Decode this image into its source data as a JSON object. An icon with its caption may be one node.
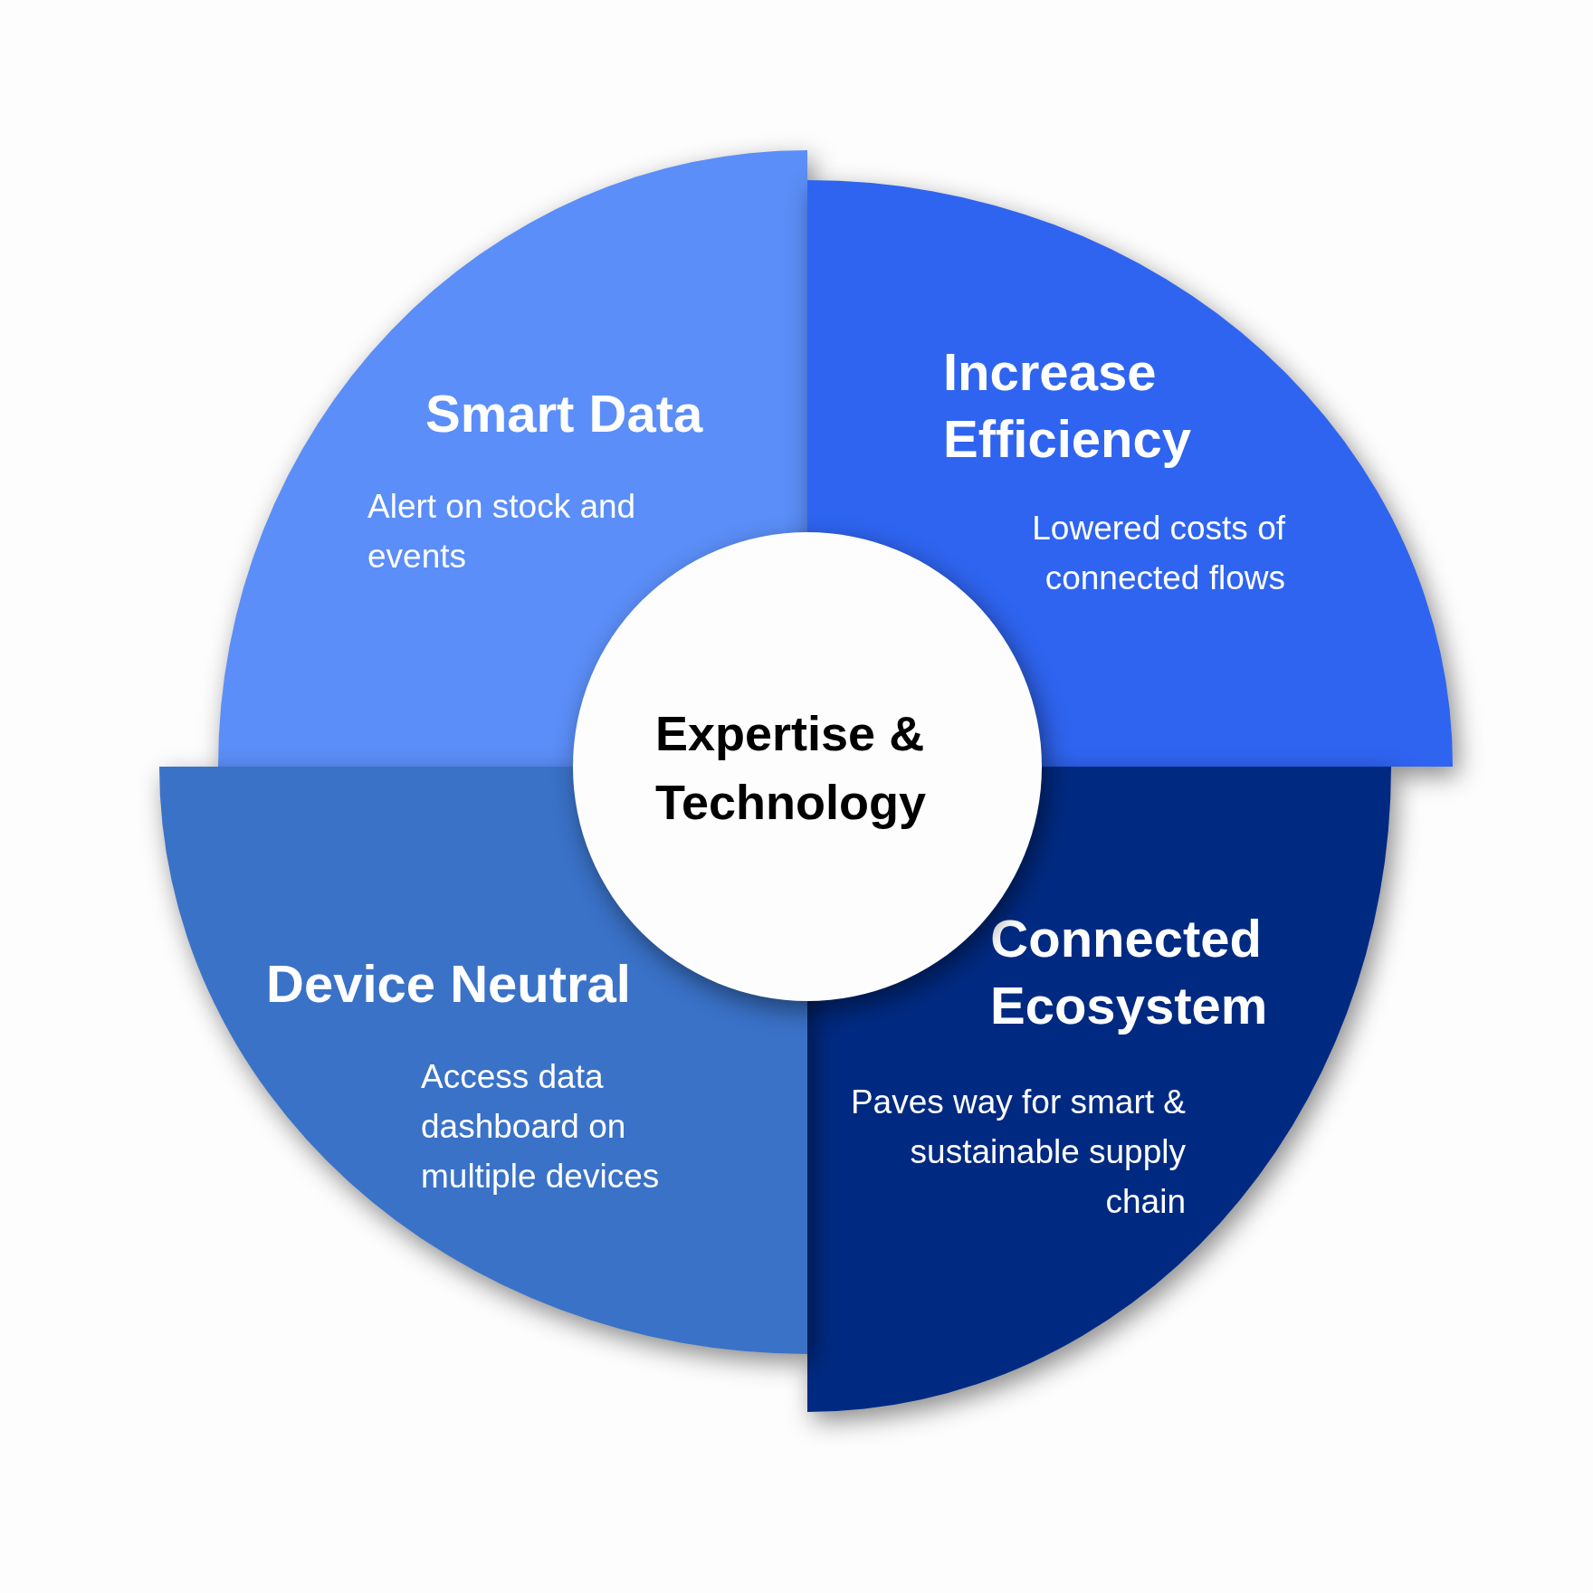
{
  "diagram": {
    "nodes": [
      {
        "text": [
          "Smart Data",
          "Alert on stock and events"
        ]
      },
      {
        "text": [
          "Increase Efficiency",
          "Lowered costs of connected flows"
        ]
      },
      {
        "text": [
          "Expertise & Technology"
        ]
      },
      {
        "text": [
          "Device Neutral",
          "Access data dashboard on multiple devices"
        ]
      },
      {
        "text": [
          "Connected Ecosystem",
          "Paves way for smart & sustainable supply chain"
        ]
      }
    ]
  }
}
